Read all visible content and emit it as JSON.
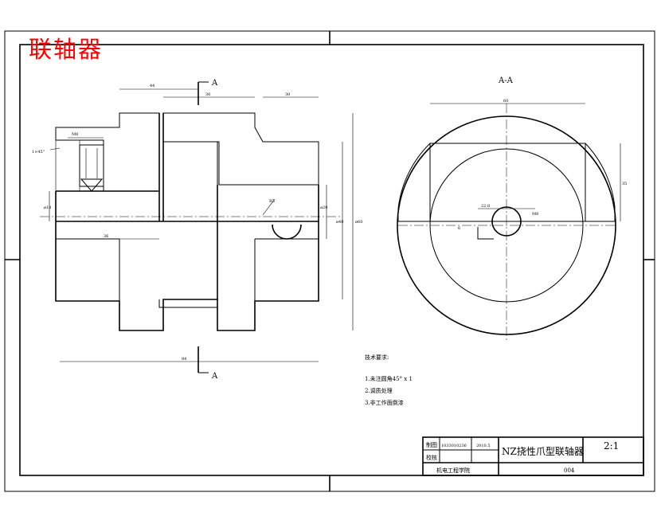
{
  "header": {
    "title": "联轴器"
  },
  "drawing": {
    "section_labels": {
      "cut_top": "A",
      "cut_bottom": "A",
      "section_view": "A-A"
    },
    "dimensions": {
      "d1": "44",
      "d2": "30",
      "d3": "30",
      "d4": "84",
      "d5": "36",
      "d6": "ø60",
      "d7": "ø40",
      "d8": "ø20",
      "d9": "ø18",
      "chamfer": "1×45°",
      "thread": "M8",
      "bore_key": "6",
      "depth": "22.8",
      "radius": "R5",
      "section_width": "60",
      "section_height": "35",
      "section_key": "M8"
    },
    "tech_notes": {
      "heading": "技术要求:",
      "items": [
        "1.未注圆角45° x 1",
        "2.调质处理",
        "3.非工作面倒漆"
      ]
    }
  },
  "title_block": {
    "drawn_label": "制图",
    "check_label": "校核",
    "student_id": "1033010236",
    "date": "2010.5",
    "part_name": "NZ挠性爪型联轴器",
    "scale": "2:1",
    "school": "机电工程学院",
    "drawing_no": "004"
  }
}
